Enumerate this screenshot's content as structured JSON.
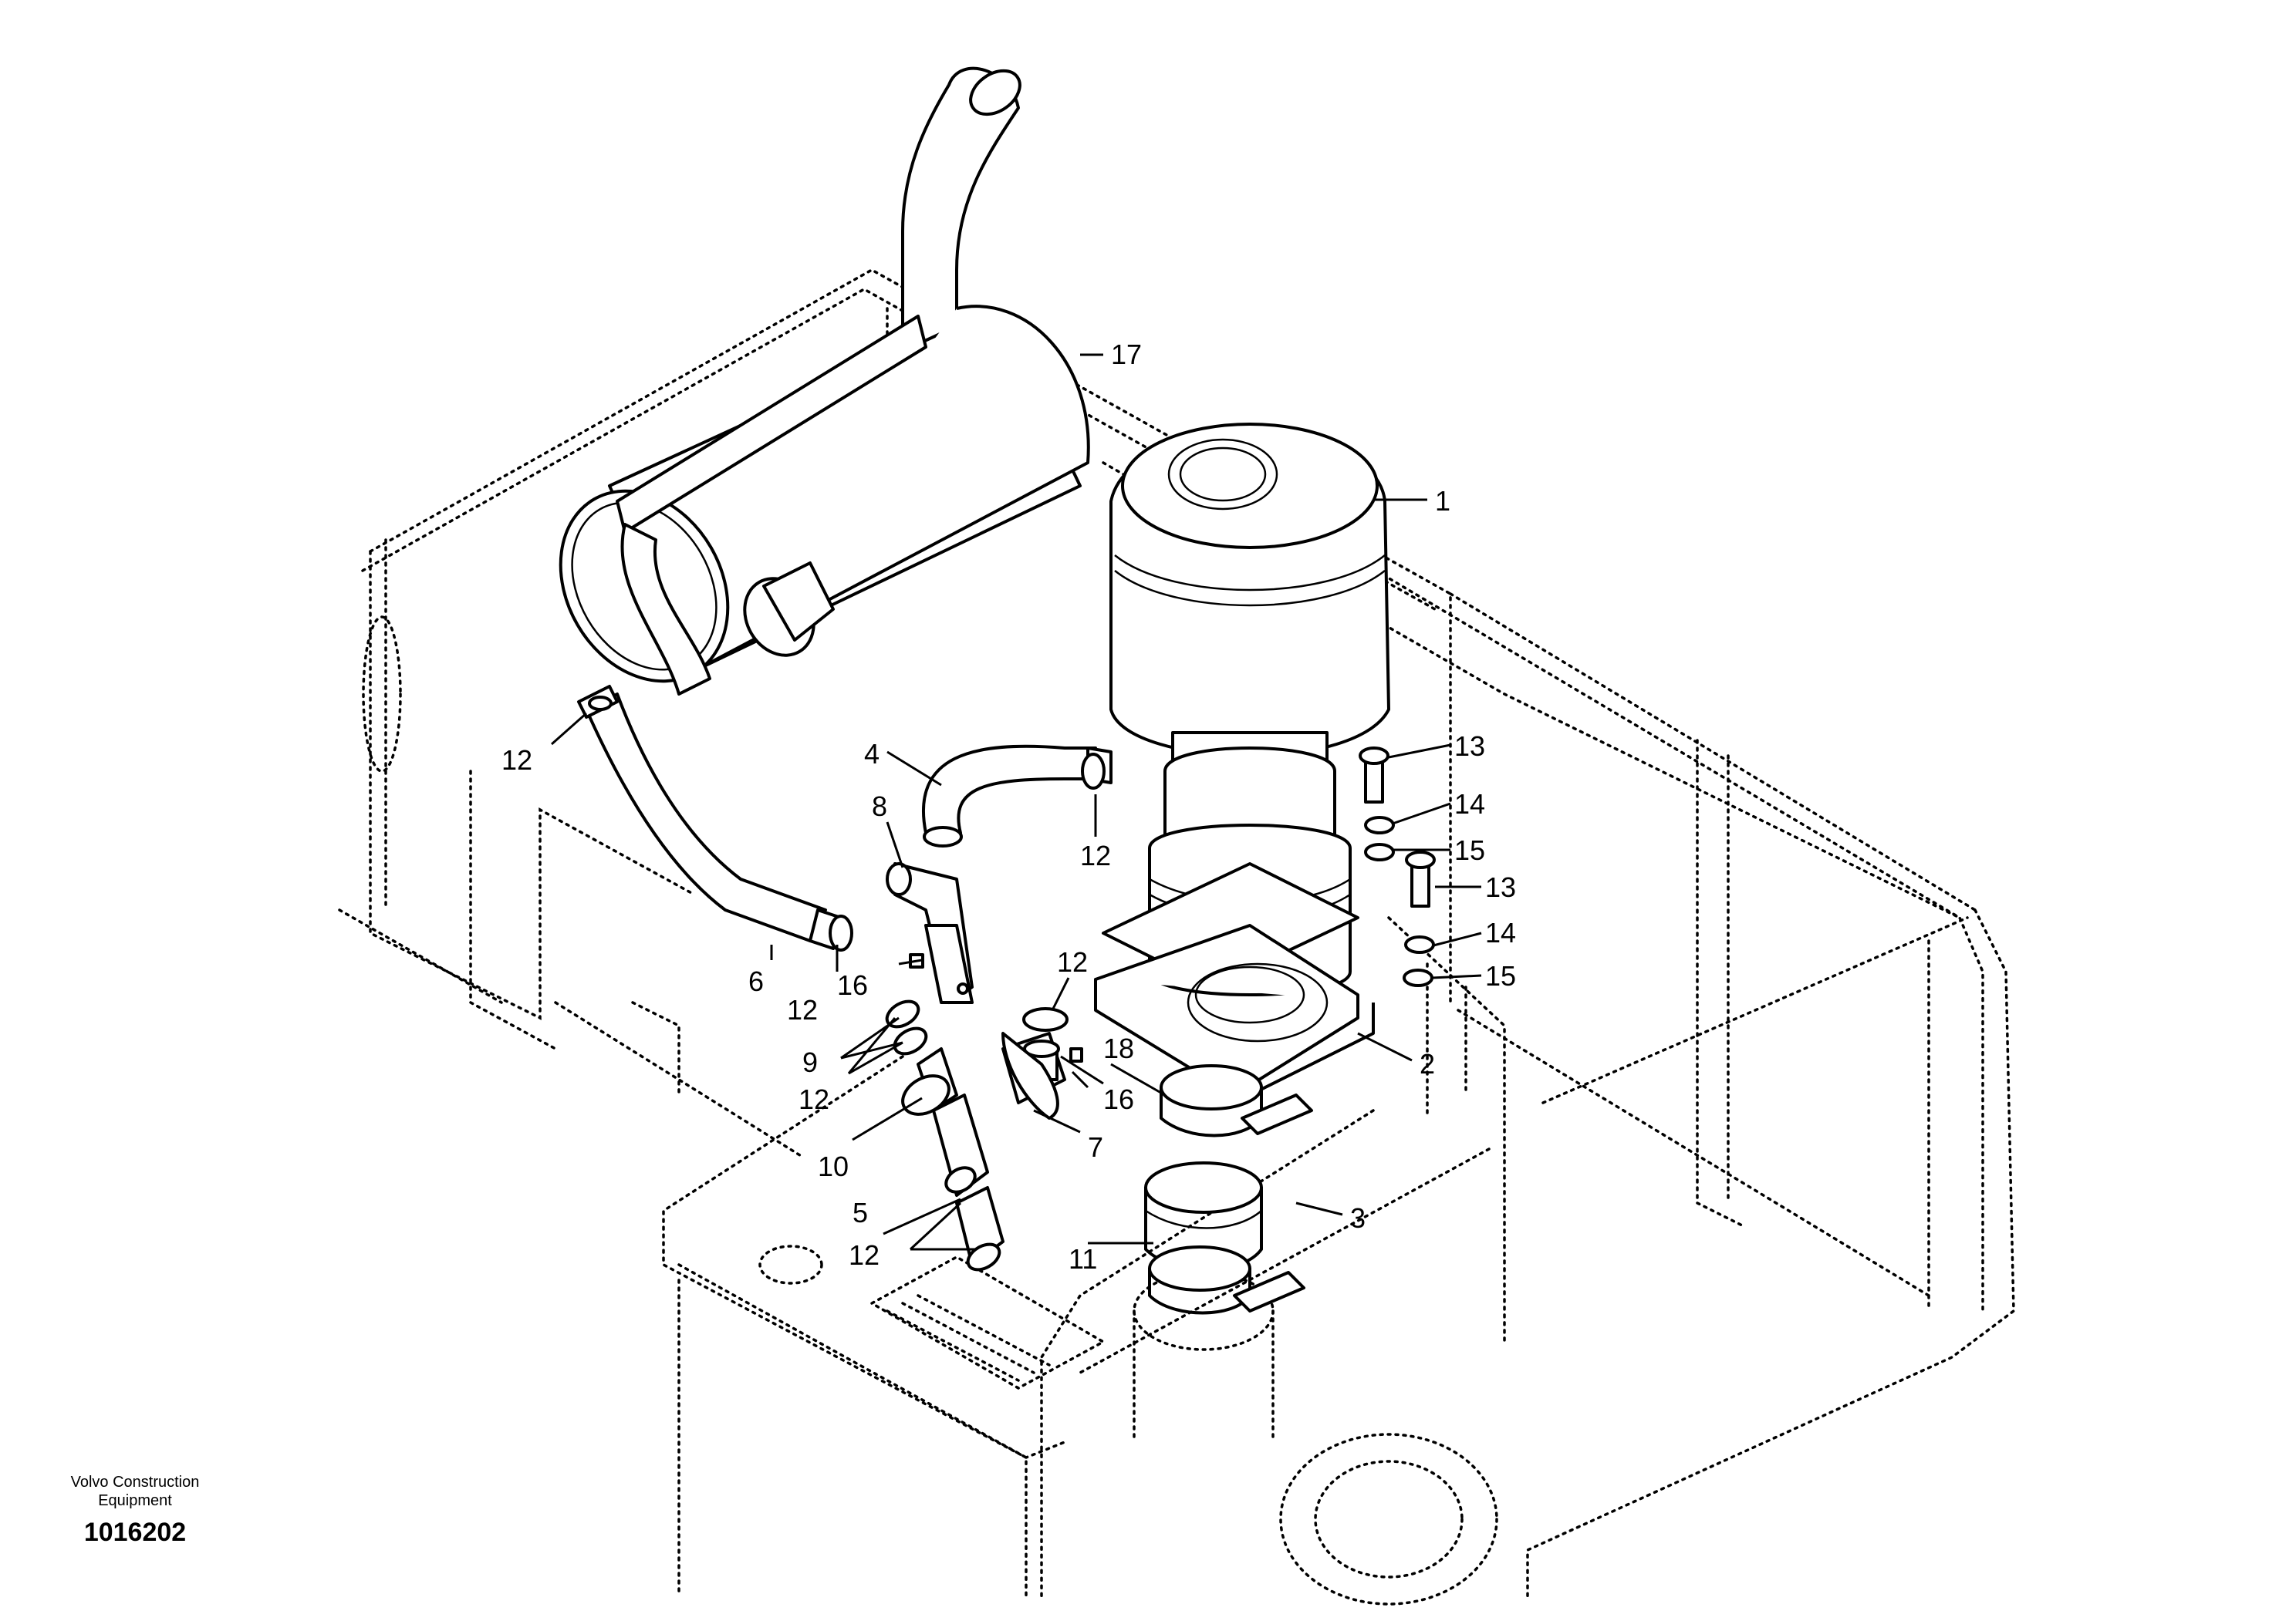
{
  "brand": "Volvo Construction Equipment",
  "drawing_number": "1016202",
  "callouts": [
    "1",
    "2",
    "3",
    "4",
    "5",
    "6",
    "7",
    "8",
    "9",
    "10",
    "11",
    "12",
    "13",
    "14",
    "15",
    "16",
    "17",
    "18"
  ],
  "callout_labels": {
    "c1": "1",
    "c2": "2",
    "c3": "3",
    "c4": "4",
    "c5": "5",
    "c6": "6",
    "c7": "7",
    "c8": "8",
    "c9": "9",
    "c10": "10",
    "c11": "11",
    "c12a": "12",
    "c12b": "12",
    "c12c": "12",
    "c12d": "12",
    "c12e": "12",
    "c12f": "12",
    "c13a": "13",
    "c13b": "13",
    "c14a": "14",
    "c14b": "14",
    "c15a": "15",
    "c15b": "15",
    "c16a": "16",
    "c16b": "16",
    "c17": "17",
    "c18": "18"
  }
}
